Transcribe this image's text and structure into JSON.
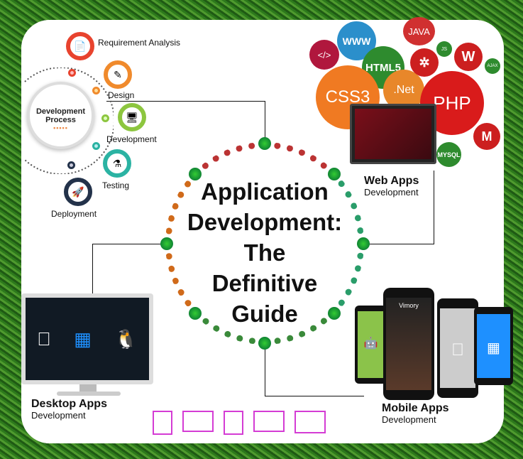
{
  "title": {
    "lines": [
      "Application",
      "Development:",
      "The",
      "Definitive",
      "Guide"
    ]
  },
  "process": {
    "center": [
      "Development",
      "Process"
    ],
    "steps": [
      {
        "label": "Requirement Analysis",
        "color": "#e8432e",
        "icon": "document-icon"
      },
      {
        "label": "Design",
        "color": "#f08a2c",
        "icon": "design-tool-icon"
      },
      {
        "label": "Development",
        "color": "#8dc63f",
        "icon": "monitor-code-icon"
      },
      {
        "label": "Testing",
        "color": "#2bb3a3",
        "icon": "flask-icon"
      },
      {
        "label": "Deployment",
        "color": "#23324a",
        "icon": "rocket-icon"
      }
    ]
  },
  "web": {
    "title": "Web Apps",
    "subtitle": "Development",
    "bubbles": [
      "</>",
      "WWW",
      "HTML5",
      "CSS3",
      ".Net",
      "JAVA",
      "JS",
      "PHP",
      "AJAX",
      "MYSQL"
    ]
  },
  "desktop": {
    "title": "Desktop Apps",
    "subtitle": "Development"
  },
  "mobile": {
    "title": "Mobile Apps",
    "subtitle": "Development",
    "app_name": "Vimory"
  }
}
